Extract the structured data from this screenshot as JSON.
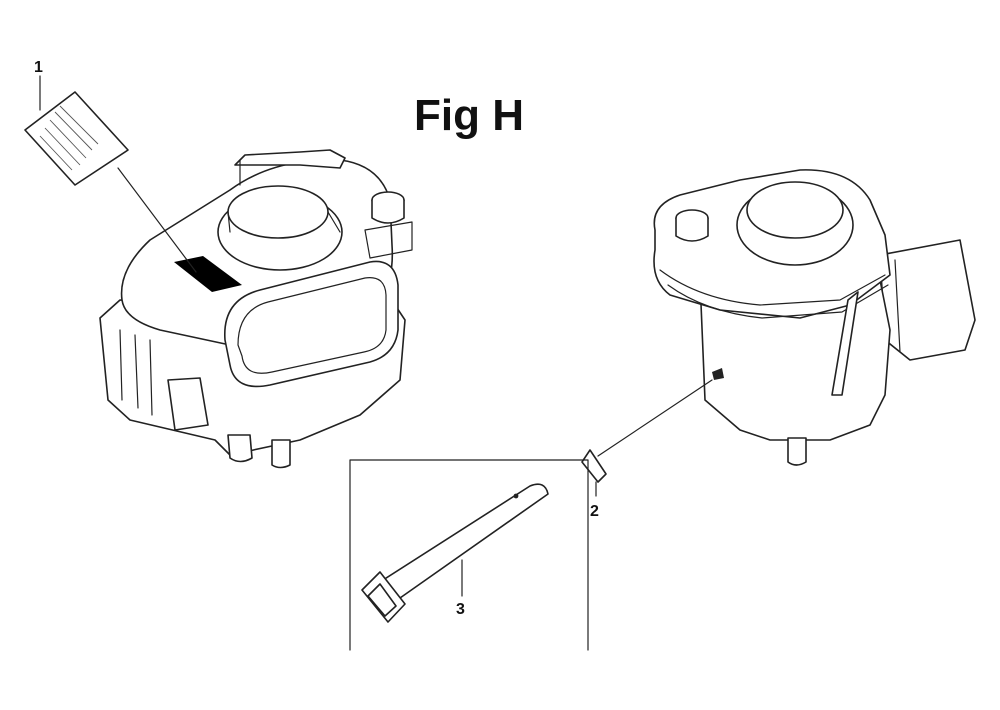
{
  "figure": {
    "title": "Fig H"
  },
  "callouts": [
    {
      "number": "1",
      "part": "decal-label"
    },
    {
      "number": "2",
      "part": "small-decal"
    },
    {
      "number": "3",
      "part": "spark-plug-wrench"
    }
  ],
  "colors": {
    "line": "#222222",
    "fill": "#ffffff",
    "label_block": "#000000"
  }
}
